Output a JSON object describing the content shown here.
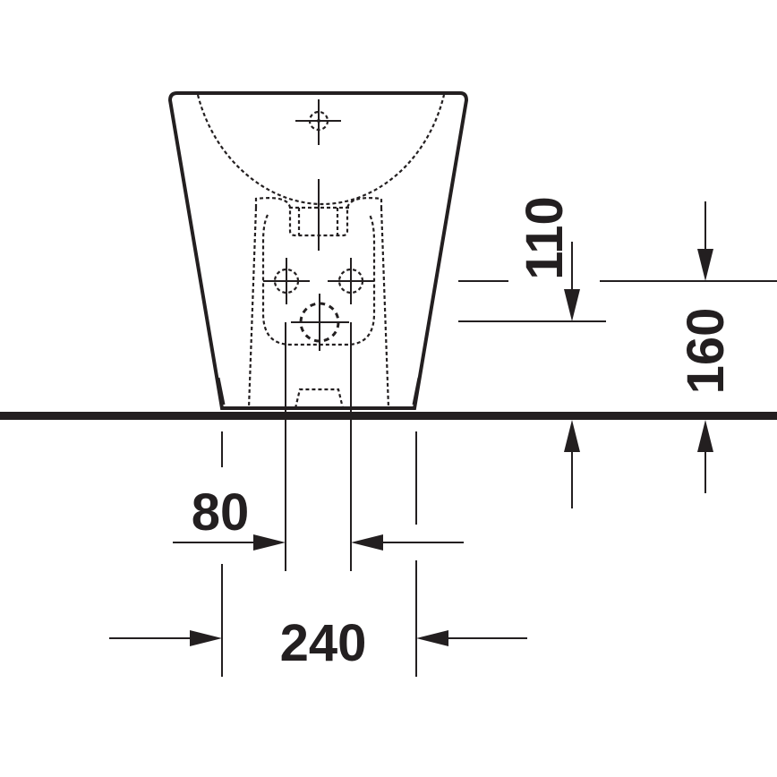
{
  "drawing": {
    "subject": "bidet front view with installation dimensions",
    "line_color": "#231f20",
    "background": "#ffffff"
  },
  "dimensions": {
    "horizontal_inner": {
      "label": "80",
      "unit": "mm",
      "description": "distance between supply/drain centre lines"
    },
    "horizontal_outer": {
      "label": "240",
      "unit": "mm",
      "description": "foot width"
    },
    "vertical_short": {
      "label": "110",
      "unit": "mm",
      "description": "height of lower connection above floor"
    },
    "vertical_tall": {
      "label": "160",
      "unit": "mm",
      "description": "height of upper connection above floor"
    }
  }
}
